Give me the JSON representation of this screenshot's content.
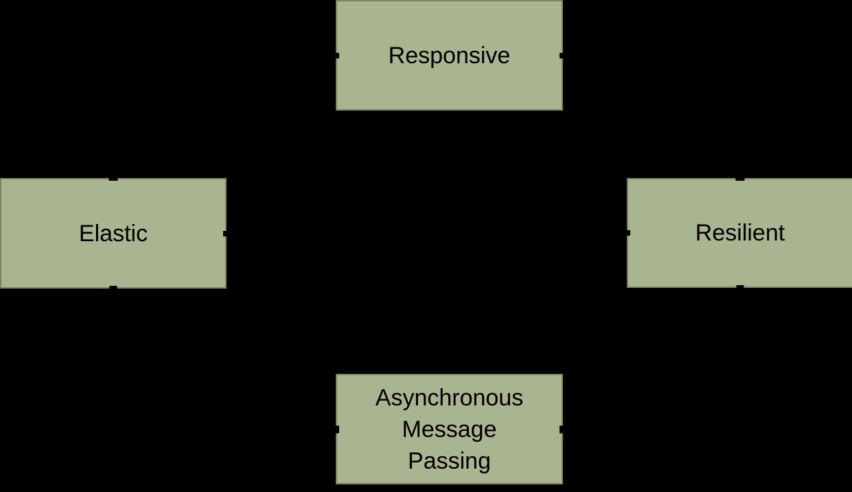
{
  "diagram": {
    "type": "block-diagram",
    "description": "Reactive system traits diagram: four green boxes on black background connected by black (invisible against background) arrows whose tips show at box edges",
    "colors": {
      "background": "#000000",
      "box_fill": "#a9b491",
      "box_border": "#76855f",
      "text": "#000000"
    },
    "nodes": [
      {
        "id": "responsive",
        "label": "Responsive",
        "position": "top-center"
      },
      {
        "id": "elastic",
        "label": "Elastic",
        "position": "middle-left"
      },
      {
        "id": "resilient",
        "label": "Resilient",
        "position": "middle-right"
      },
      {
        "id": "async-message-passing",
        "label": "Asynchronous Message Passing",
        "position": "bottom-center",
        "lines": [
          "Asynchronous",
          "Message",
          "Passing"
        ]
      }
    ]
  }
}
